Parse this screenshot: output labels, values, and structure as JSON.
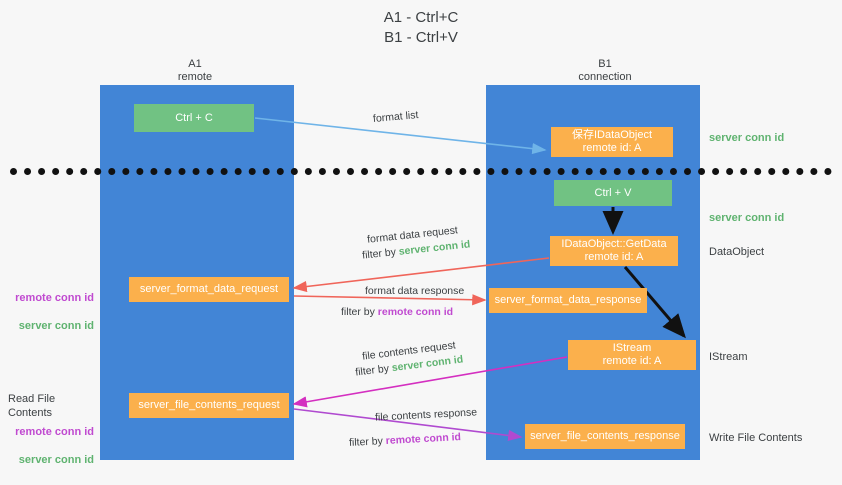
{
  "title": "A1 - Ctrl+C\nB1 - Ctrl+V",
  "columns": {
    "a1": "A1\nremote",
    "b1": "B1\nconnection"
  },
  "colors": {
    "lane": "#4285d6",
    "green_box": "#71c283",
    "orange_box": "#fbb04c",
    "server_conn_text": "#5fb370",
    "remote_conn_text": "#c04ad0",
    "divider": "#111111",
    "arrow_blue": "#6fb4e8",
    "arrow_red": "#f0655a",
    "arrow_black": "#111111",
    "arrow_magenta": "#d42fc0",
    "arrow_purple": "#b04ad0"
  },
  "boxes": {
    "ctrl_c": "Ctrl + C",
    "save_idataobject": "保存IDataObject\nremote id: A",
    "ctrl_v": "Ctrl + V",
    "getdata": "IDataObject::GetData\nremote id: A",
    "server_format_data_request": "server_format_data_request",
    "server_format_data_response": "server_format_data_response",
    "istream": "IStream\nremote id: A",
    "server_file_contents_request": "server_file_contents_request",
    "server_file_contents_response": "server_file_contents_response"
  },
  "side_labels": {
    "server_conn_id_top": "server conn id",
    "server_conn_id_mid": "server conn id",
    "dataobject": "DataObject",
    "istream": "IStream",
    "write_file_contents": "Write File Contents"
  },
  "left_labels": {
    "remote_conn_id": "remote conn id",
    "server_conn_id": "server conn id",
    "read_file_contents": "Read File Contents",
    "remote_conn_id_2": "remote conn id",
    "server_conn_id_2": "server conn id"
  },
  "annotations": {
    "format_list": "format list",
    "format_data_request": "format data request",
    "filter_by": "filter by ",
    "filter_server_conn_id": "server conn id",
    "format_data_response": "format data response",
    "filter_remote_conn_id": "remote conn id",
    "file_contents_request": "file contents request",
    "file_contents_response": "file contents response"
  }
}
